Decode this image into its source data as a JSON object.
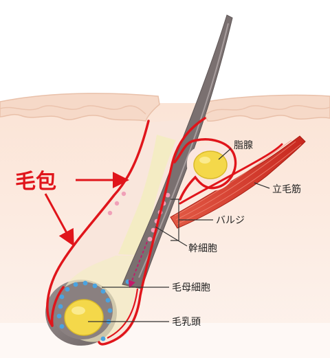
{
  "labels": {
    "follicle": "毛包",
    "sebaceous_gland": "脂腺",
    "arrector_pili": "立毛筋",
    "bulge": "バルジ",
    "stem_cells": "幹細胞",
    "matrix_cells": "毛母細胞",
    "dermal_papilla": "毛乳頭"
  },
  "colors": {
    "follicle_outline": "#e0151b",
    "skin_surface": "#f6d9c8",
    "dermis": "#fbe9df",
    "hair_shaft": "#7a7070",
    "inner_sheath": "#f4ecc4",
    "sebaceous_gland": "#f4d84a",
    "dermal_papilla": "#f4d84a",
    "matrix_cell_dots": "#4aa3e0",
    "stem_cell_dots": "#f0a0b8",
    "muscle": "#d83a2c",
    "migration_arrow": "#c21b6a"
  }
}
